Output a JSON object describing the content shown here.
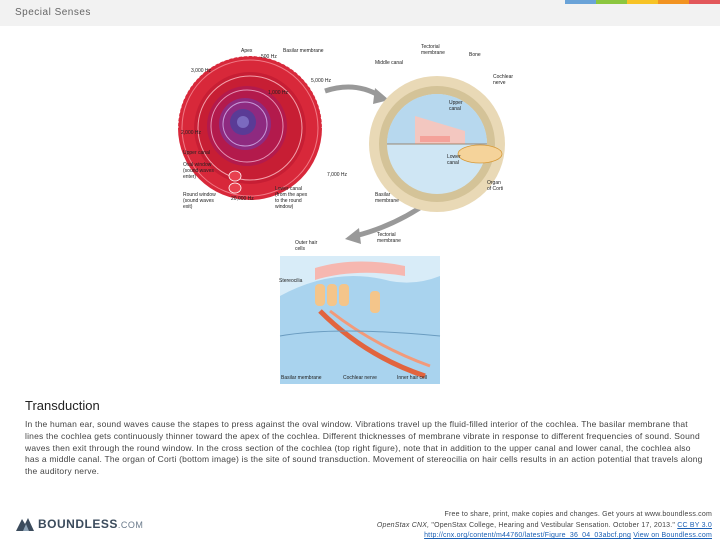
{
  "header": {
    "title": "Special Senses"
  },
  "colors": {
    "accent_bar": [
      "#6aa3d8",
      "#8cc63f",
      "#f7c325",
      "#f29321",
      "#e2575a"
    ]
  },
  "figure": {
    "labels": {
      "apex": "Apex",
      "hz_500": "500 Hz",
      "basilar_membrane": "Basilar membrane",
      "hz_5000": "5,000 Hz",
      "hz_3000": "3,000 Hz",
      "hz_1000": "1,000 Hz",
      "hz_2000": "2,000 Hz",
      "upper_canal": "Upper canal",
      "oval_window_1": "Oval window",
      "oval_window_2": "(sound waves",
      "oval_window_3": "enter)",
      "hz_7000": "7,000 Hz",
      "round_window_1": "Round window",
      "round_window_2": "(sound waves",
      "round_window_3": "exit)",
      "hz_20000": "20,000 Hz",
      "lower_canal_1": "Lower canal",
      "lower_canal_2": "(from the apex",
      "lower_canal_3": "to the round",
      "lower_canal_4": "window)",
      "tectorial_membrane_1": "Tectorial",
      "tectorial_membrane_2": "membrane",
      "bone": "Bone",
      "middle_canal": "Middle canal",
      "cochlear_nerve_1": "Cochlear",
      "cochlear_nerve_2": "nerve",
      "upper_canal_xs_1": "Upper",
      "upper_canal_xs_2": "canal",
      "lower_canal_xs_1": "Lower",
      "lower_canal_xs_2": "canal",
      "basilar_membrane_xs_1": "Basilar",
      "basilar_membrane_xs_2": "membrane",
      "organ_of_corti_1": "Organ",
      "organ_of_corti_2": "of Corti",
      "outer_hair_cells_1": "Outer hair",
      "outer_hair_cells_2": "cells",
      "tectorial_bottom_1": "Tectorial",
      "tectorial_bottom_2": "membrane",
      "stereocilia": "Stereocilia",
      "basilar_bottom": "Basilar membrane",
      "cochlear_nerve_bottom": "Cochlear nerve",
      "inner_hair_cell": "Inner hair cell"
    }
  },
  "caption": {
    "title": "Transduction",
    "body": "In the human ear, sound waves cause the stapes to press against the oval window. Vibrations travel up the fluid-filled interior of the cochlea. The basilar membrane that lines the cochlea gets continuously thinner toward the apex of the cochlea. Different thicknesses of membrane vibrate in response to different frequencies of sound. Sound waves then exit through the round window. In the cross section of the cochlea (top right figure), note that in addition to the upper canal and lower canal, the cochlea also has a middle canal. The organ of Corti (bottom image) is the site of sound transduction. Movement of stereocilia on hair cells results in an action potential that travels along the auditory nerve."
  },
  "footer": {
    "logo_text": "BOUNDLESS",
    "logo_suffix": ".COM",
    "share_line": "Free to share, print, make copies and changes. Get yours at www.boundless.com",
    "source_italic": "OpenStax CNX,",
    "source_rest": " \"OpenStax College, Hearing and Vestibular Sensation. October 17, 2013.\"",
    "license": "CC BY 3.0",
    "url": "http://cnx.org/content/m44760/latest/Figure_36_04_03abcf.png",
    "view_link": "View on Boundless.com"
  }
}
